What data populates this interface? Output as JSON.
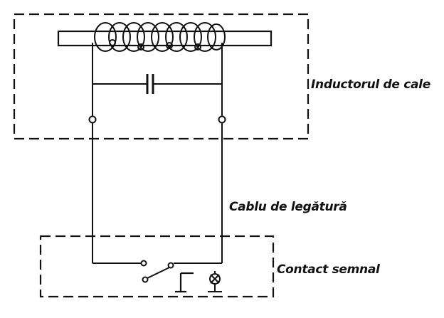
{
  "labels": {
    "inductor": "Inductorul de cale",
    "cable": "Cablu de legătură",
    "contact": "Contact semnal"
  },
  "colors": {
    "ink": "#111111",
    "background": "#ffffff"
  }
}
